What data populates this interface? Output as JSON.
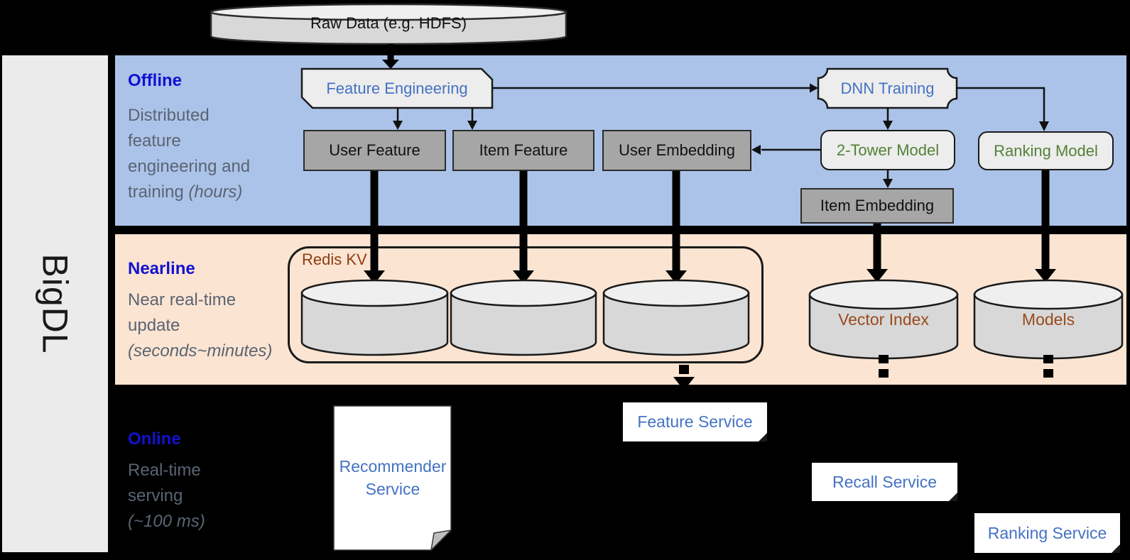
{
  "sidebar": {
    "label": "BigDL"
  },
  "raw_data": {
    "label": "Raw Data (e.g. HDFS)"
  },
  "bands": {
    "offline": {
      "title": "Offline",
      "desc_lines": [
        "Distributed",
        "feature",
        "engineering and"
      ],
      "desc_tail": "training ",
      "desc_italic": "(hours)"
    },
    "nearline": {
      "title": "Nearline",
      "desc_lines": [
        "Near real-time",
        "update"
      ],
      "desc_tail": "",
      "desc_italic": "(seconds~minutes)"
    },
    "online": {
      "title": "Online",
      "desc_lines": [
        "Real-time",
        "serving"
      ],
      "desc_tail": "",
      "desc_italic": "(~100 ms)"
    }
  },
  "nodes": {
    "feature_engineering": "Feature Engineering",
    "dnn_training": "DNN Training",
    "user_feature": "User Feature",
    "item_feature": "Item Feature",
    "user_embedding": "User Embedding",
    "two_tower_model": "2-Tower Model",
    "ranking_model": "Ranking Model",
    "item_embedding": "Item Embedding",
    "redis_kv": "Redis KV",
    "vector_index": "Vector Index",
    "models": "Models",
    "recommender_service": "Recommender Service",
    "feature_service": "Feature Service",
    "recall_service": "Recall Service",
    "ranking_service": "Ranking Service"
  },
  "colors": {
    "background": "#000000",
    "band_blue": "#ABC3E8",
    "band_peach": "#FBE4D1",
    "sidebar_gray": "#EBEBEB",
    "title_blue": "#1212CF",
    "desc_gray": "#5B6473",
    "node_blue": "#4472C4",
    "node_green": "#538135",
    "node_brown": "#9A4A1C",
    "redis_brown": "#8E3D10",
    "box_gray": "#A6A6A6",
    "shape_light": "#EDEDED",
    "cylinder_body": "#D8D8D8",
    "cylinder_top": "#EFEFEF",
    "white": "#FFFFFF"
  }
}
